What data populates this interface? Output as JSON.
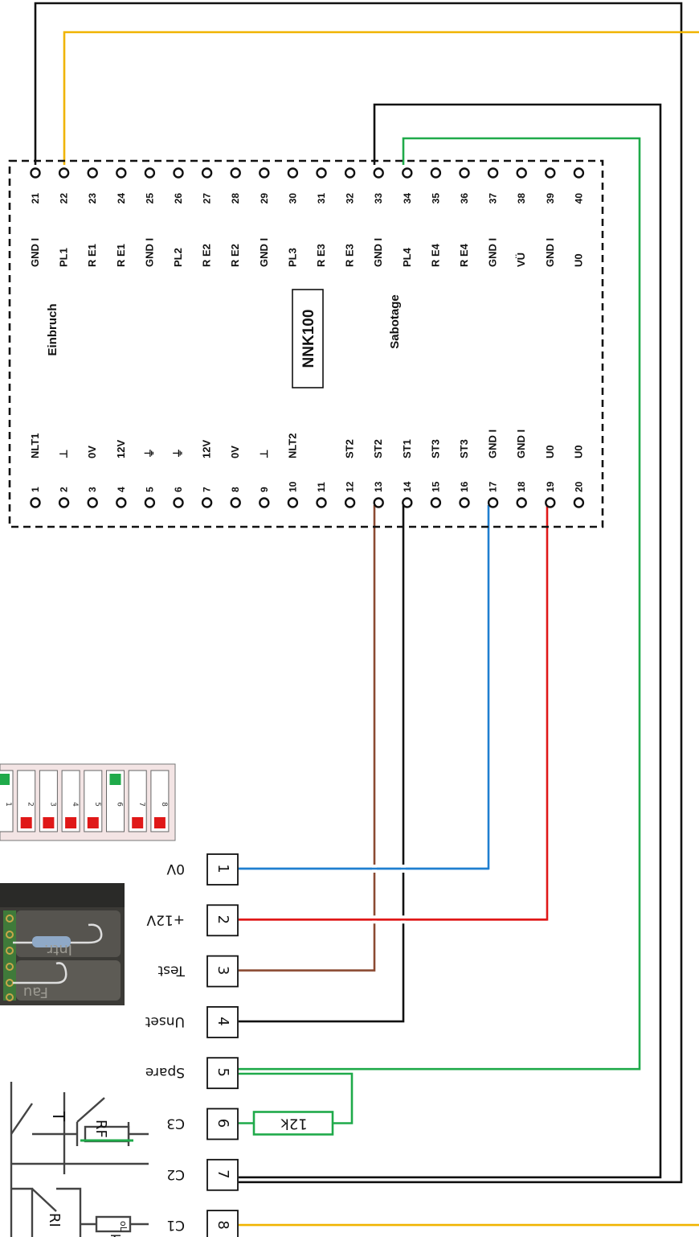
{
  "board": {
    "name": "NNK100",
    "einbruch": "Einbruch",
    "sabotage": "Sabotage",
    "top_pins": [
      {
        "n": "21",
        "label": "GND I"
      },
      {
        "n": "22",
        "label": "PL1"
      },
      {
        "n": "23",
        "label": "R E1"
      },
      {
        "n": "24",
        "label": "R E1"
      },
      {
        "n": "25",
        "label": "GND I"
      },
      {
        "n": "26",
        "label": "PL2"
      },
      {
        "n": "27",
        "label": "R E2"
      },
      {
        "n": "28",
        "label": "R E2"
      },
      {
        "n": "29",
        "label": "GND I"
      },
      {
        "n": "30",
        "label": "PL3"
      },
      {
        "n": "31",
        "label": "R E3"
      },
      {
        "n": "32",
        "label": "R E3"
      },
      {
        "n": "33",
        "label": "GND I"
      },
      {
        "n": "34",
        "label": "PL4"
      },
      {
        "n": "35",
        "label": "R E4"
      },
      {
        "n": "36",
        "label": "R E4"
      },
      {
        "n": "37",
        "label": "GND I"
      },
      {
        "n": "38",
        "label": "VÜ"
      },
      {
        "n": "39",
        "label": "GND I"
      },
      {
        "n": "40",
        "label": "U0"
      }
    ],
    "bottom_pins": [
      {
        "n": "1",
        "label": "NLT1"
      },
      {
        "n": "2",
        "label": "⊥"
      },
      {
        "n": "3",
        "label": "0V"
      },
      {
        "n": "4",
        "label": "12V"
      },
      {
        "n": "5",
        "label": "⏚"
      },
      {
        "n": "6",
        "label": "⏚"
      },
      {
        "n": "7",
        "label": "12V"
      },
      {
        "n": "8",
        "label": "0V"
      },
      {
        "n": "9",
        "label": "⊥"
      },
      {
        "n": "10",
        "label": "NLT2"
      },
      {
        "n": "11",
        "label": ""
      },
      {
        "n": "12",
        "label": "ST2"
      },
      {
        "n": "13",
        "label": "ST2"
      },
      {
        "n": "14",
        "label": "ST1"
      },
      {
        "n": "15",
        "label": "ST3"
      },
      {
        "n": "16",
        "label": "ST3"
      },
      {
        "n": "17",
        "label": "GND I"
      },
      {
        "n": "18",
        "label": "GND I"
      },
      {
        "n": "19",
        "label": "U0"
      },
      {
        "n": "20",
        "label": "U0"
      }
    ]
  },
  "terminals": [
    {
      "n": "1",
      "label": "0V"
    },
    {
      "n": "2",
      "label": "+12V"
    },
    {
      "n": "3",
      "label": "Test"
    },
    {
      "n": "4",
      "label": "Unset"
    },
    {
      "n": "5",
      "label": "Spare"
    },
    {
      "n": "6",
      "label": "C3"
    },
    {
      "n": "7",
      "label": "C2"
    },
    {
      "n": "8",
      "label": "C1"
    }
  ],
  "resistor_label": "12k",
  "dip": {
    "numbers": [
      "1",
      "2",
      "3",
      "4",
      "5",
      "6",
      "7",
      "8"
    ],
    "states": [
      "green",
      "red",
      "red",
      "red",
      "red",
      "green",
      "red",
      "red"
    ]
  },
  "circuit": {
    "t": "T",
    "rf": "RF",
    "ri": "RI",
    "k": "k",
    "ol": "oL"
  },
  "photo": {
    "text1": "Intr.",
    "text2": "Fau"
  },
  "colors": {
    "black": "#111111",
    "yellow": "#f0b400",
    "green": "#1faa4a",
    "blue": "#1f7fd0",
    "red": "#e01818",
    "brown": "#8b4a32"
  }
}
